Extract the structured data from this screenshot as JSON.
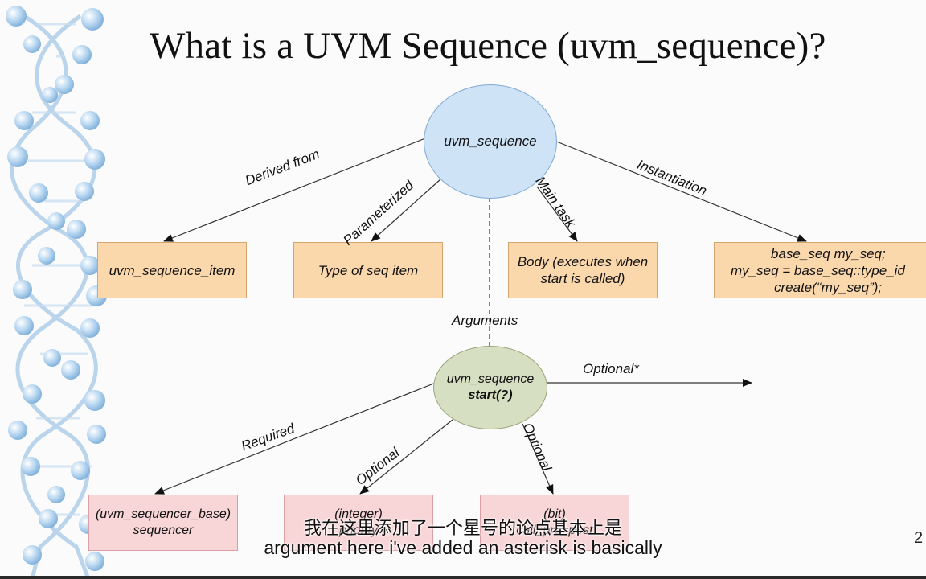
{
  "slide": {
    "title": "What is a UVM Sequence (uvm_sequence)?",
    "page_number": "2"
  },
  "diagram": {
    "top_node": "uvm_sequence",
    "start_node": {
      "line1": "uvm_sequence",
      "line2": "start(?)"
    },
    "top_edges": {
      "derived": "Derived from",
      "parameterized": "Parameterized",
      "main_task": "Main task",
      "instantiation": "Instantiation",
      "arguments": "Arguments"
    },
    "top_boxes": {
      "seq_item": "uvm_sequence_item",
      "type": "Type of seq item",
      "body": {
        "line1": "Body (executes when",
        "line2": "start is called)"
      },
      "inst": {
        "line1": "base_seq my_seq;",
        "line2": "my_seq = base_seq::type_id",
        "line3": "create(“my_seq”);"
      }
    },
    "start_edges": {
      "required": "Required",
      "optional_left": "Optional",
      "optional_right": "Optional",
      "optional_star": "Optional*"
    },
    "bottom_boxes": {
      "sequencer": {
        "line1": "(uvm_sequencer_base)",
        "line2": "sequencer"
      },
      "priority": {
        "line1": "(integer)",
        "line2": "priority"
      },
      "parent": {
        "line1": "(bit)",
        "line2": "call_pre_post"
      }
    }
  },
  "subtitles": {
    "chinese": "我在这里添加了一个星号的论点基本上是",
    "english": "argument here i've added an asterisk is basically"
  },
  "colors": {
    "ellipse_top": "#cfe3f6",
    "ellipse_start": "#d7dfc2",
    "box_orange": "#fbd8ac",
    "box_pink": "#f8d6d8"
  }
}
